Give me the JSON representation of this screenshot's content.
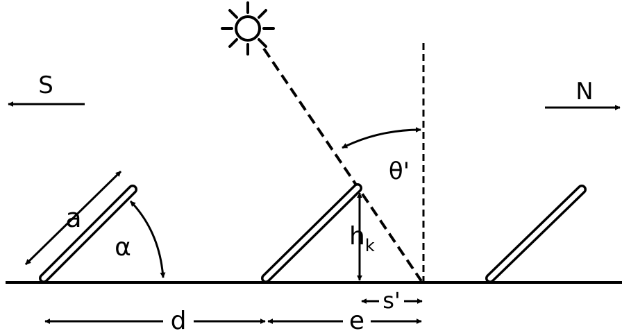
{
  "labels": {
    "south": "S",
    "north": "N",
    "panel_length": "a",
    "tilt_angle": "α",
    "zenith_angle": "θ'",
    "height": "h",
    "height_subscript": "k",
    "shadow": "s'",
    "row_spacing": "d",
    "gap": "e"
  },
  "icons": {
    "sun": "sun-icon"
  },
  "colors": {
    "ink": "#000000",
    "panel_fill": "#ffffff",
    "background": "#ffffff"
  }
}
